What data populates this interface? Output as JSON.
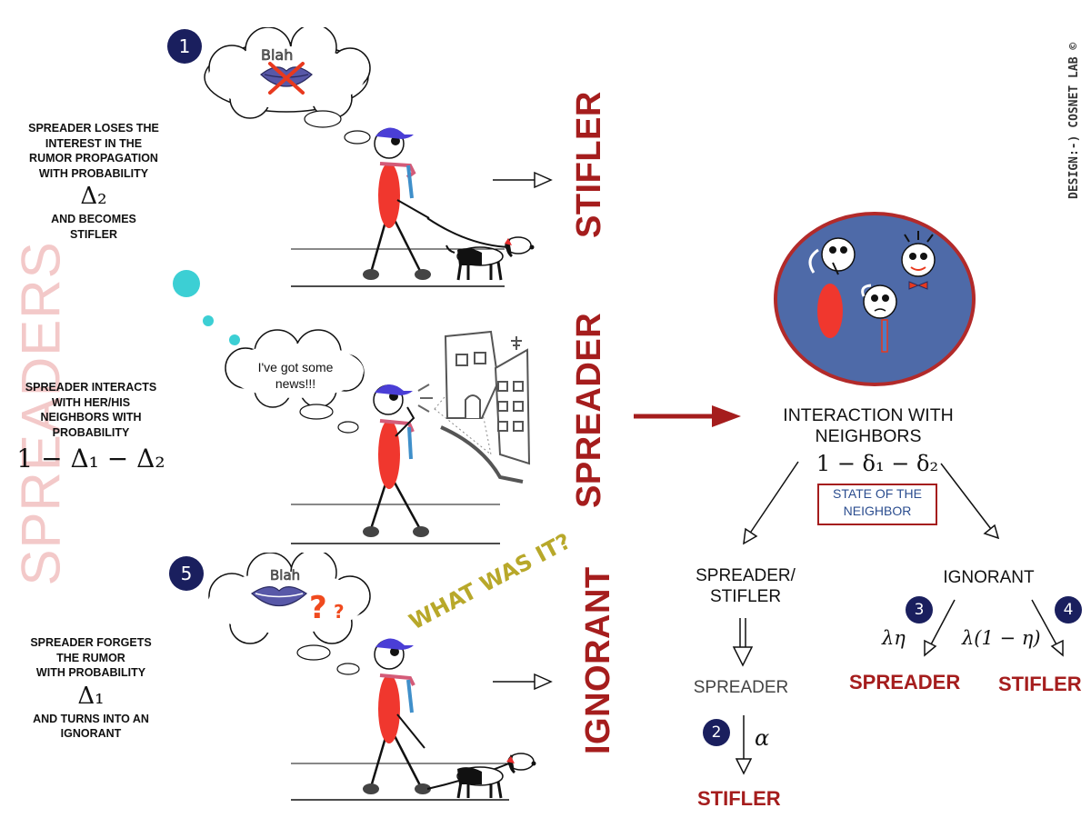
{
  "watermark": "SPREADERS",
  "credit": "DESIGN:-) COSNET LAB ©",
  "panels": [
    {
      "step": "1",
      "desc_before": [
        "SPREADER LOSES THE",
        "INTEREST IN THE",
        "RUMOR PROPAGATION",
        "WITH PROBABILITY"
      ],
      "math": "δ₂",
      "desc_after": [
        "AND BECOMES",
        "STIFLER"
      ],
      "state": "STIFLER",
      "bubble_text": "Blah"
    },
    {
      "desc_before": [
        "SPREADER INTERACTS",
        "WITH HER/HIS",
        "NEIGHBORS WITH",
        "PROBABILITY"
      ],
      "math": "1 − δ₁ − δ₂",
      "state": "SPREADER",
      "bubble_text": "I've got some news!!!"
    },
    {
      "step": "5",
      "desc_before": [
        "SPREADER FORGETS",
        "THE RUMOR",
        "WITH PROBABILITY"
      ],
      "math": "δ₁",
      "desc_after": [
        "AND TURNS INTO AN",
        "IGNORANT"
      ],
      "state": "IGNORANT",
      "bubble_text": "Blah",
      "question": "WHAT WAS IT?"
    }
  ],
  "tree": {
    "title_lines": [
      "INTERACTION  WITH",
      "NEIGHBORS"
    ],
    "math": "1 − δ₁ − δ₂",
    "state_box": [
      "STATE OF THE",
      "NEIGHBOR"
    ],
    "left": {
      "label_lines": [
        "SPREADER/",
        "STIFLER"
      ],
      "next": "SPREADER",
      "step": "2",
      "rate": "α",
      "final": "STIFLER"
    },
    "right": {
      "label": "IGNORANT",
      "step_a": "3",
      "rate_a": "λη",
      "final_a": "SPREADER",
      "step_b": "4",
      "rate_b": "λ(1 − η)",
      "final_b": "STIFLER"
    }
  },
  "colors": {
    "accent_red": "#a51d1d",
    "badge_navy": "#1a1f5e",
    "cosnet_blue": "#1d4fa0",
    "circle_blue": "#4e6aa8",
    "figure_red": "#f0372e",
    "cap_blue": "#4a3ed6"
  }
}
